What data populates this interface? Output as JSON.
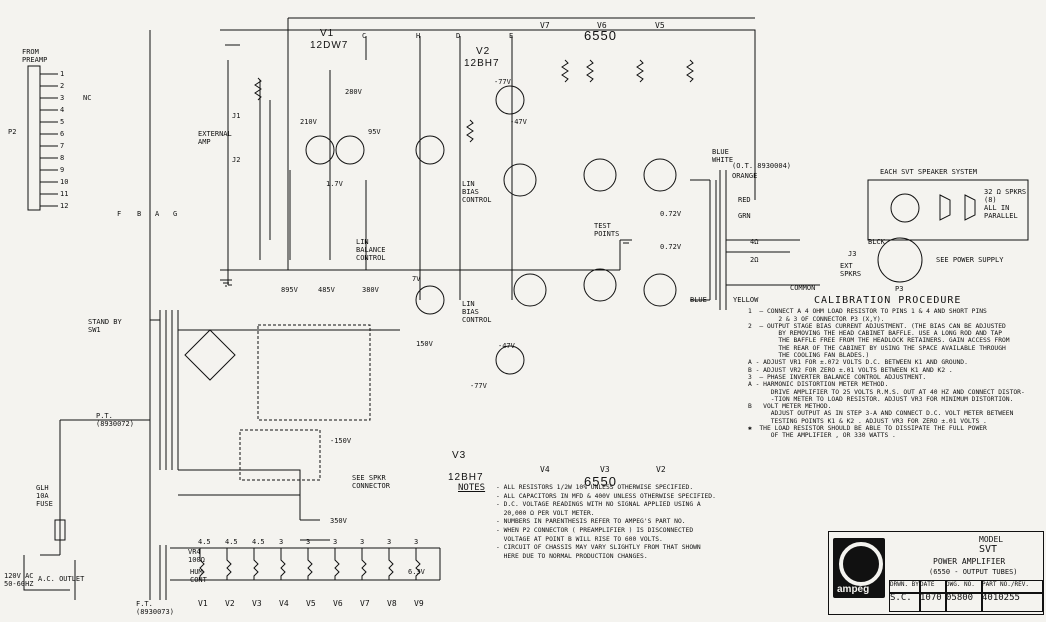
{
  "header": {
    "from_preamp": "FROM\nPREAMP",
    "p2": "P2",
    "external_amp": "EXTERNAL\nAMP",
    "j1": "J1",
    "j2": "J2"
  },
  "tubes": {
    "v1": "V1",
    "v1_type": "12DW7",
    "v2": "V2",
    "v2_type": "12BH7",
    "v3": "V3",
    "v3_type": "12BH7",
    "top_group": [
      "V7",
      "V6",
      "V5"
    ],
    "top_type": "6550",
    "bottom_group": [
      "V4",
      "V3",
      "V2"
    ],
    "bottom_type": "6550"
  },
  "nodes": {
    "c": "C",
    "h": "H",
    "d": "D",
    "e": "E",
    "g": "G",
    "f": "F",
    "b": "B",
    "a": "A",
    "nc": "NC"
  },
  "voltages": {
    "v895": "895V",
    "v485": "485V",
    "v380": "380V",
    "v280": "280V",
    "v210": "210V",
    "v95": "95V",
    "v17": "1.7V",
    "m150a": "-150V",
    "v350": "350V",
    "v150b": "150V",
    "v77a": "-77V",
    "v77b": "-77V",
    "v47a": "-47V",
    "v47b": "-47V",
    "v072a": "0.72V",
    "v072b": "0.72V",
    "v63": "6.3V",
    "v7": "7V"
  },
  "labels": {
    "lin_balance": "LIN\nBALANCE\nCONTROL",
    "lin_bias_top": "LIN\nBIAS\nCONTROL",
    "lin_bias_bot": "LIN\nBIAS\nCONTROL",
    "test_points": "TEST\nPOINTS",
    "standby": "STAND BY\nSW1",
    "p1": "P.T.\n(8930072)",
    "ft": "F.T.\n(8930073)",
    "fuse": "GLH\n10A\nFUSE",
    "ac_outlet": "A.C. OUTLET",
    "mains": "120V AC\n50-60HZ",
    "see_spkr": "SEE SPKR\nCONNECTOR",
    "ot": "(O.T. 8930004)",
    "blue_white": "BLUE\nWHITE",
    "orange": "ORANGE",
    "red": "RED",
    "grn": "GRN",
    "yellow": "YELLOW",
    "blue": "BLUE",
    "common": "COMMON",
    "ext_spkrs": "EXT\nSPKRS",
    "j3": "J3",
    "p3": "P3",
    "power_supply": "SEE POWER SUPPLY",
    "each_spkr": "EACH SVT SPEAKER SYSTEM",
    "spkr_note": "32 Ω SPKRS\n(8)\nALL IN\nPARALLEL",
    "ohm4": "4Ω",
    "ohm2": "2Ω",
    "blck": "BLCK",
    "hum_cont": "HUM\nCONT",
    "vr4": "VR4\n100Ω"
  },
  "heaters": [
    "V1",
    "V2",
    "V3",
    "V4",
    "V5",
    "V6",
    "V7",
    "V8",
    "V9"
  ],
  "heater_volts": [
    "4.5",
    "4.5",
    "4.5",
    "3",
    "3",
    "3",
    "3",
    "3",
    "3"
  ],
  "calibration": {
    "title": "CALIBRATION PROCEDURE",
    "lines": [
      "1  — CONNECT A 4 OHM LOAD RESISTOR TO PINS 1 & 4 AND SHORT PINS",
      "        2 & 3 OF CONNECTOR P3 (X,Y).",
      "2  — OUTPUT STAGE BIAS CURRENT ADJUSTMENT. (THE BIAS CAN BE ADJUSTED",
      "        BY REMOVING THE HEAD CABINET BAFFLE. USE A LONG ROD AND TAP",
      "        THE BAFFLE FREE FROM THE HEADLOCK RETAINERS. GAIN ACCESS FROM",
      "        THE REAR OF THE CABINET BY USING THE SPACE AVAILABLE THROUGH",
      "        THE COOLING FAN BLADES.)",
      "A - ADJUST VR1 FOR ±.072 VOLTS D.C. BETWEEN K1 AND GROUND.",
      "B - ADJUST VR2 FOR ZERO ±.01 VOLTS BETWEEN K1 AND K2 .",
      "3  — PHASE INVERTER BALANCE CONTROL ADJUSTMENT.",
      "A - HARMONIC DISTORTION METER METHOD.",
      "      DRIVE AMPLIFIER TO 25 VOLTS R.M.S. OUT AT 40 HZ AND CONNECT DISTOR-",
      "      -TION METER TO LOAD RESISTOR. ADJUST VR3 FOR MINIMUM DISTORTION.",
      "B   VOLT METER METHOD.",
      "      ADJUST OUTPUT AS IN STEP 3-A AND CONNECT D.C. VOLT METER BETWEEN",
      "      TESTING POINTS K1 & K2 . ADJUST VR3 FOR ZERO ±.01 VOLTS .",
      "✱  THE LOAD RESISTOR SHOULD BE ABLE TO DISSIPATE THE FULL POWER",
      "      OF THE AMPLIFIER , OR 330 WATTS ."
    ]
  },
  "notes": {
    "head": "NOTES",
    "lines": [
      "- ALL RESISTORS 1/2W 10% UNLESS OTHERWISE SPECIFIED.",
      "- ALL CAPACITORS IN MFD & 400V UNLESS OTHERWISE SPECIFIED.",
      "- D.C. VOLTAGE READINGS WITH NO SIGNAL APPLIED USING A",
      "  20,000 Ω PER VOLT METER.",
      "- NUMBERS IN PARENTHESIS REFER TO AMPEG'S PART NO.",
      "- WHEN P2 CONNECTOR ( PREAMPLIFIER ) IS DISCONNECTED",
      "  VOLTAGE AT POINT B WILL RISE TO 600 VOLTS.",
      "- CIRCUIT OF CHASSIS MAY VARY SLIGHTLY FROM THAT SHOWN",
      "  HERE DUE TO NORMAL PRODUCTION CHANGES."
    ]
  },
  "title_block": {
    "logo": "ampeg",
    "model_label": "MODEL",
    "model": "SVT",
    "name": "POWER AMPLIFIER",
    "sub": "(6550 - OUTPUT TUBES)",
    "h_drwn": "DRWN. BY",
    "h_date": "DATE",
    "h_dwg": "DWG. NO.",
    "h_part": "PART NO./REV.",
    "drwn": "S.C.",
    "date": "1070",
    "dwg": "05800",
    "part": "4010255"
  },
  "colors": {
    "ink": "#111111",
    "paper": "#f4f3ef"
  }
}
